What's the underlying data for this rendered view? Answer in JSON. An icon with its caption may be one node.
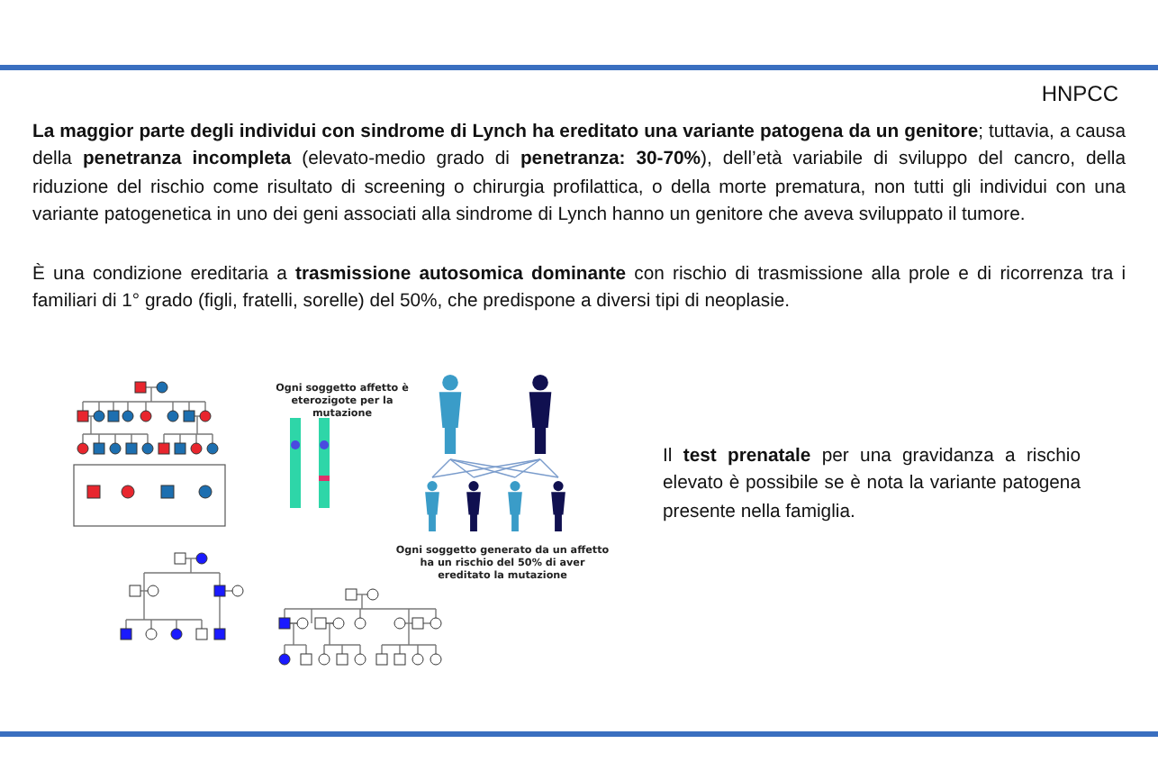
{
  "diagram": {
    "title": "HNPCC",
    "labels": [
      "**La maggior parte degli individui con sindrome di Lynch ha ereditato una variante patogena da un genitore**; tuttavia, a causa della **penetranza incompleta** (elevato-medio grado di **penetranza: 30-70%**), dell’età variabile di sviluppo del cancro, della riduzione del rischio come risultato di screening o chirurgia profilattica, o della morte prematura, non tutti gli individui con una variante patogenetica in uno dei geni associati alla sindrome di Lynch hanno un genitore che aveva sviluppato il tumore.",
      "È una condizione ereditaria a **trasmissione autosomica dominante** con rischio di trasmissione alla prole e di ricorrenza tra i familiari di 1° grado (figli, fratelli, sorelle) del 50%, che predispone a diversi tipi di neoplasie.",
      "Ogni soggetto affetto è eterozigote per la mutazione",
      "Ogni soggetto generato da un affetto ha un rischio del 50% di aver ereditato la mutazione",
      "Il **test prenatale** per una gravidanza a rischio elevato è possibile se è nota la variante patogena presente nella famiglia."
    ]
  }
}
